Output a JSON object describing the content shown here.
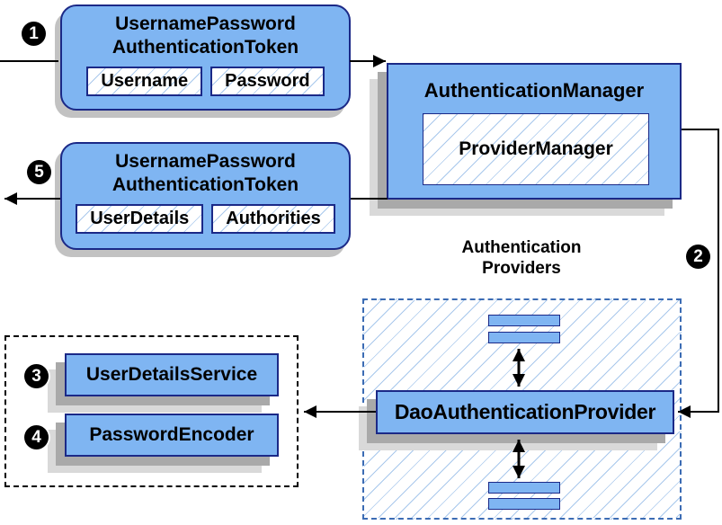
{
  "diagram": {
    "request_token": {
      "step": "1",
      "title_line1": "UsernamePassword",
      "title_line2": "AuthenticationToken",
      "field1": "Username",
      "field2": "Password"
    },
    "response_token": {
      "step": "5",
      "title_line1": "UsernamePassword",
      "title_line2": "AuthenticationToken",
      "field1": "UserDetails",
      "field2": "Authorities"
    },
    "authentication_manager": {
      "title": "AuthenticationManager",
      "inner": "ProviderManager"
    },
    "providers": {
      "step": "2",
      "heading_line1": "Authentication",
      "heading_line2": "Providers",
      "provider": "DaoAuthenticationProvider"
    },
    "services": {
      "userdetails": {
        "step": "3",
        "label": "UserDetailsService"
      },
      "encoder": {
        "step": "4",
        "label": "PasswordEncoder"
      }
    },
    "colors": {
      "box_fill": "#7FB5F2",
      "box_border": "#1B2987",
      "hatch_line": "#A9C8EC",
      "dashed_blue": "#3C6CB4",
      "shadow_dark": "#A9A9A9",
      "shadow_light": "#D9D9D9"
    }
  }
}
